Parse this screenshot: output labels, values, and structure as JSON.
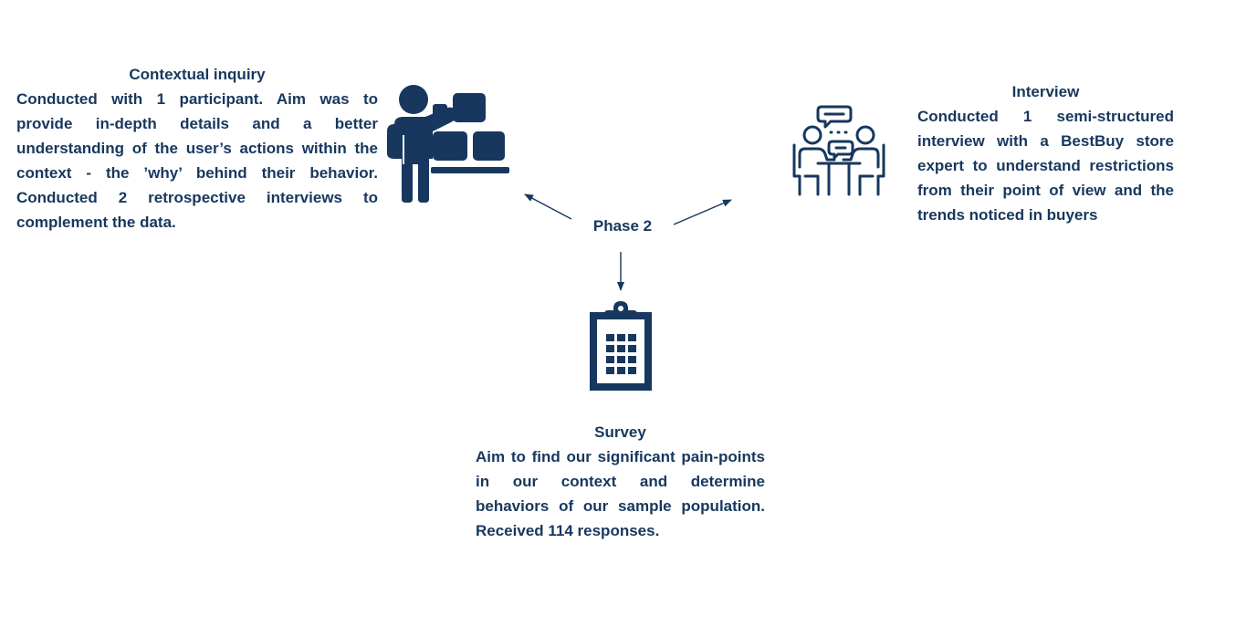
{
  "diagram": {
    "center": {
      "label": "Phase 2"
    },
    "nodes": [
      {
        "id": "contextual-inquiry",
        "title": "Contextual inquiry",
        "body": "Conducted with 1 participant. Aim was to provide in-depth details and a better understanding of the user’s actions within the context - the ’why’ behind their behavior. Conducted 2 retrospective interviews to complement the data.",
        "icon": "person-presenting-board-icon"
      },
      {
        "id": "interview",
        "title": "Interview",
        "body": "Conducted 1 semi-structured interview with a BestBuy store expert to understand restrictions from their point of view and the trends noticed in buyers",
        "icon": "two-people-conversation-icon"
      },
      {
        "id": "survey",
        "title": "Survey",
        "body": "Aim to find our significant pain-points in our context and determine behaviors of our sample population. Received 114 responses.",
        "icon": "clipboard-survey-icon"
      }
    ],
    "colors": {
      "primary": "#17375e",
      "background": "#ffffff"
    }
  }
}
